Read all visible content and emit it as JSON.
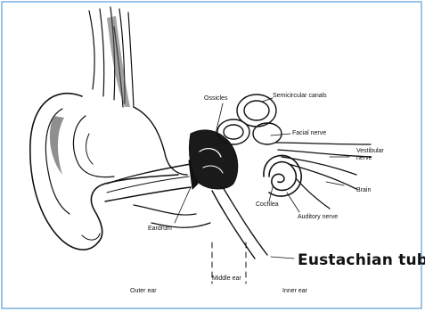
{
  "labels": {
    "ossicles": "Ossicles",
    "semicircular_canals": "Semicircular canals",
    "facial_nerve": "Facial nerve",
    "vestibular_nerve": "Vestibular nerve",
    "brain": "Brain",
    "cochlea": "Cochlea",
    "auditory_nerve": "Auditory nerve",
    "eardrum": "Eardrum",
    "eustachian_tube": "Eustachian tube"
  },
  "regions": {
    "outer_ear": "Outer ear",
    "middle_ear": "Middle ear",
    "inner_ear": "Inner ear"
  },
  "colors": {
    "border": "#9cc3e6",
    "ink": "#111111"
  }
}
